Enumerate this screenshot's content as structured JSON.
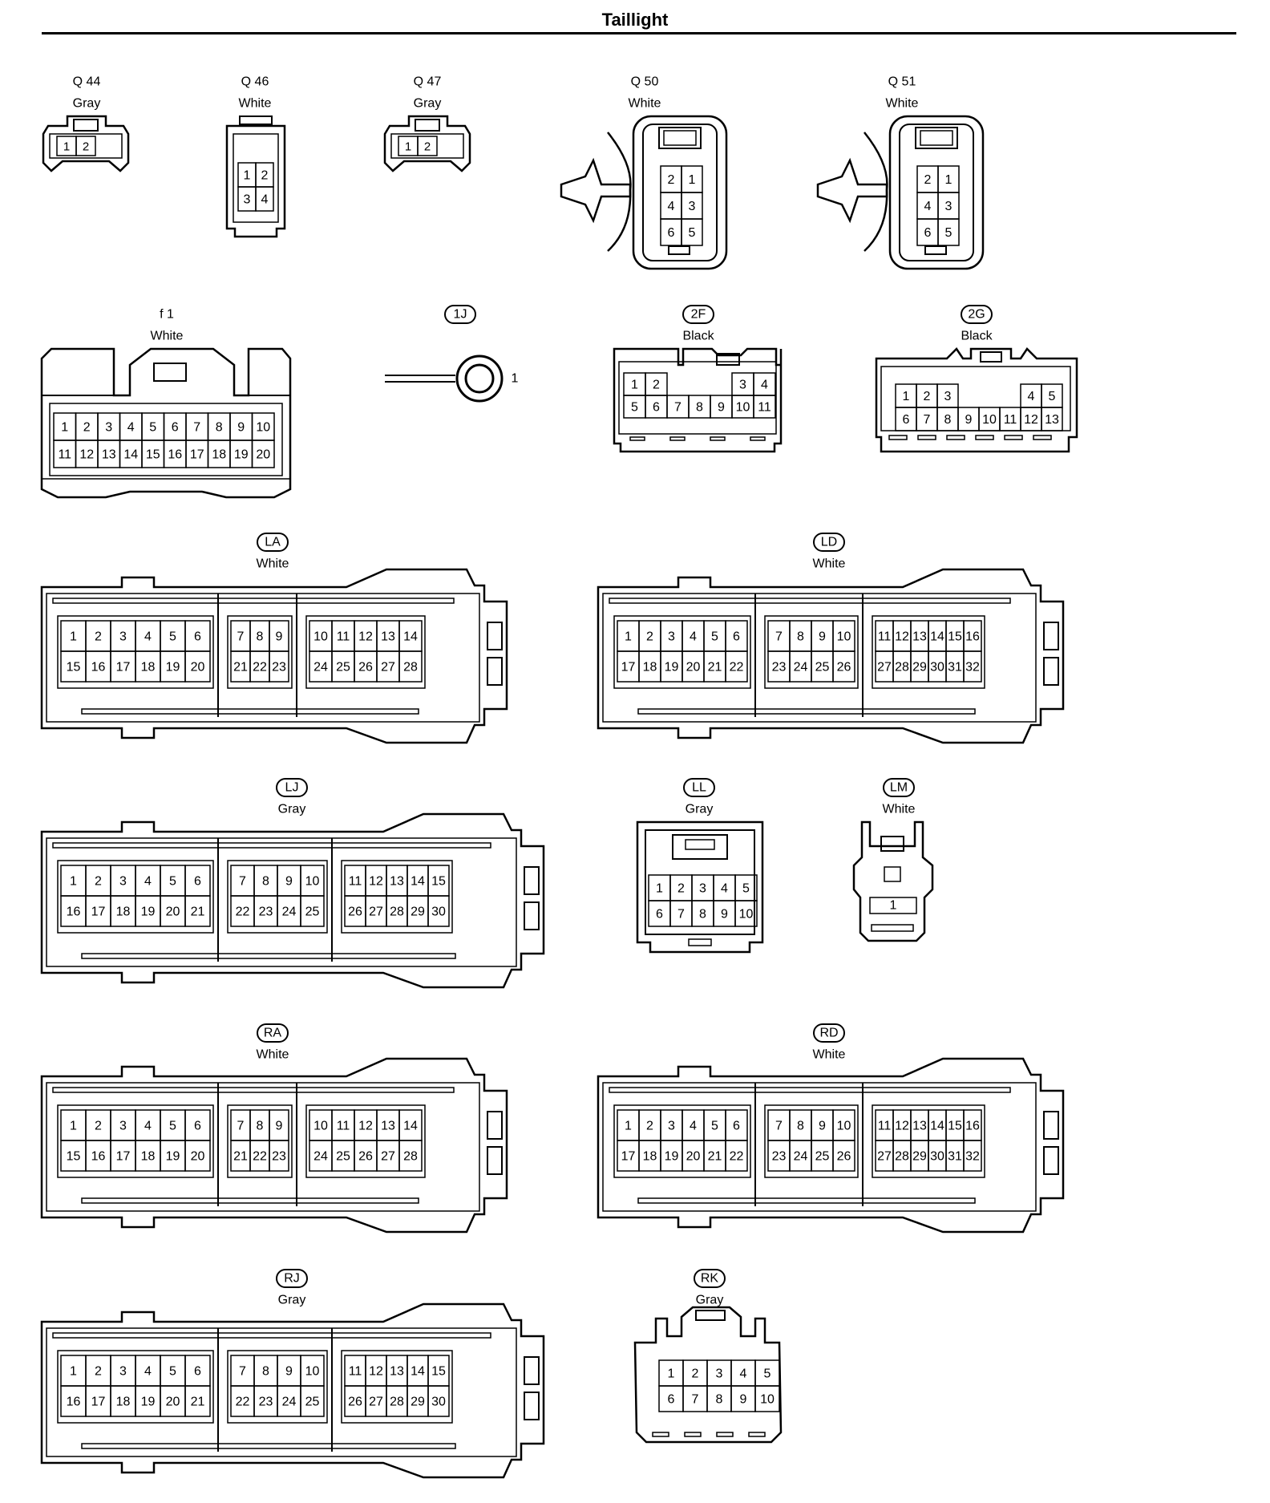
{
  "title": "Taillight",
  "connectors": [
    {
      "id": "q44",
      "code": "Q 44",
      "boxed": false,
      "color": "Gray",
      "type": "small2",
      "rows": [
        [
          "1",
          "2"
        ]
      ]
    },
    {
      "id": "q46",
      "code": "Q 46",
      "boxed": false,
      "color": "White",
      "type": "small4",
      "rows": [
        [
          "1",
          "2"
        ],
        [
          "3",
          "4"
        ]
      ]
    },
    {
      "id": "q47",
      "code": "Q 47",
      "boxed": false,
      "color": "Gray",
      "type": "small2",
      "rows": [
        [
          "1",
          "2"
        ]
      ]
    },
    {
      "id": "q50",
      "code": "Q 50",
      "boxed": false,
      "color": "White",
      "type": "clip6",
      "rows": [
        [
          "2",
          "1"
        ],
        [
          "4",
          "3"
        ],
        [
          "6",
          "5"
        ]
      ]
    },
    {
      "id": "q51",
      "code": "Q 51",
      "boxed": false,
      "color": "White",
      "type": "clip6",
      "rows": [
        [
          "2",
          "1"
        ],
        [
          "4",
          "3"
        ],
        [
          "6",
          "5"
        ]
      ]
    },
    {
      "id": "f1",
      "code": "f 1",
      "boxed": false,
      "color": "White",
      "type": "grid20",
      "rows": [
        [
          "1",
          "2",
          "3",
          "4",
          "5",
          "6",
          "7",
          "8",
          "9",
          "10"
        ],
        [
          "11",
          "12",
          "13",
          "14",
          "15",
          "16",
          "17",
          "18",
          "19",
          "20"
        ]
      ]
    },
    {
      "id": "1j",
      "code": "1J",
      "boxed": true,
      "color": "",
      "type": "ring",
      "pin": "1"
    },
    {
      "id": "2f",
      "code": "2F",
      "boxed": true,
      "color": "Black",
      "type": "grid11",
      "rows": [
        [
          "1",
          "2",
          "",
          "",
          "",
          "3",
          "4"
        ],
        [
          "5",
          "6",
          "7",
          "8",
          "9",
          "10",
          "11"
        ]
      ]
    },
    {
      "id": "2g",
      "code": "2G",
      "boxed": true,
      "color": "Black",
      "type": "grid13",
      "rows": [
        [
          "1",
          "2",
          "3",
          "",
          "",
          "",
          "4",
          "5"
        ],
        [
          "6",
          "7",
          "8",
          "9",
          "10",
          "11",
          "12",
          "13"
        ]
      ]
    },
    {
      "id": "la",
      "code": "LA",
      "boxed": true,
      "color": "White",
      "type": "big28",
      "sections": [
        [
          [
            "1",
            "2",
            "3",
            "4",
            "5",
            "6"
          ],
          [
            "15",
            "16",
            "17",
            "18",
            "19",
            "20"
          ]
        ],
        [
          [
            "7",
            "8",
            "9"
          ],
          [
            "21",
            "22",
            "23"
          ]
        ],
        [
          [
            "10",
            "11",
            "12",
            "13",
            "14"
          ],
          [
            "24",
            "25",
            "26",
            "27",
            "28"
          ]
        ]
      ]
    },
    {
      "id": "ld",
      "code": "LD",
      "boxed": true,
      "color": "White",
      "type": "big32",
      "sections": [
        [
          [
            "1",
            "2",
            "3",
            "4",
            "5",
            "6"
          ],
          [
            "17",
            "18",
            "19",
            "20",
            "21",
            "22"
          ]
        ],
        [
          [
            "7",
            "8",
            "9",
            "10"
          ],
          [
            "23",
            "24",
            "25",
            "26"
          ]
        ],
        [
          [
            "11",
            "12",
            "13",
            "14",
            "15",
            "16"
          ],
          [
            "27",
            "28",
            "29",
            "30",
            "31",
            "32"
          ]
        ]
      ]
    },
    {
      "id": "lj",
      "code": "LJ",
      "boxed": true,
      "color": "Gray",
      "type": "big30",
      "sections": [
        [
          [
            "1",
            "2",
            "3",
            "4",
            "5",
            "6"
          ],
          [
            "16",
            "17",
            "18",
            "19",
            "20",
            "21"
          ]
        ],
        [
          [
            "7",
            "8",
            "9",
            "10"
          ],
          [
            "22",
            "23",
            "24",
            "25"
          ]
        ],
        [
          [
            "11",
            "12",
            "13",
            "14",
            "15"
          ],
          [
            "26",
            "27",
            "28",
            "29",
            "30"
          ]
        ]
      ]
    },
    {
      "id": "ll",
      "code": "LL",
      "boxed": true,
      "color": "Gray",
      "type": "grid10a",
      "rows": [
        [
          "1",
          "2",
          "3",
          "4",
          "5"
        ],
        [
          "6",
          "7",
          "8",
          "9",
          "10"
        ]
      ]
    },
    {
      "id": "lm",
      "code": "LM",
      "boxed": true,
      "color": "White",
      "type": "single",
      "rows": [
        [
          "1"
        ]
      ]
    },
    {
      "id": "ra",
      "code": "RA",
      "boxed": true,
      "color": "White",
      "type": "big28",
      "sections": [
        [
          [
            "1",
            "2",
            "3",
            "4",
            "5",
            "6"
          ],
          [
            "15",
            "16",
            "17",
            "18",
            "19",
            "20"
          ]
        ],
        [
          [
            "7",
            "8",
            "9"
          ],
          [
            "21",
            "22",
            "23"
          ]
        ],
        [
          [
            "10",
            "11",
            "12",
            "13",
            "14"
          ],
          [
            "24",
            "25",
            "26",
            "27",
            "28"
          ]
        ]
      ]
    },
    {
      "id": "rd",
      "code": "RD",
      "boxed": true,
      "color": "White",
      "type": "big32",
      "sections": [
        [
          [
            "1",
            "2",
            "3",
            "4",
            "5",
            "6"
          ],
          [
            "17",
            "18",
            "19",
            "20",
            "21",
            "22"
          ]
        ],
        [
          [
            "7",
            "8",
            "9",
            "10"
          ],
          [
            "23",
            "24",
            "25",
            "26"
          ]
        ],
        [
          [
            "11",
            "12",
            "13",
            "14",
            "15",
            "16"
          ],
          [
            "27",
            "28",
            "29",
            "30",
            "31",
            "32"
          ]
        ]
      ]
    },
    {
      "id": "rj",
      "code": "RJ",
      "boxed": true,
      "color": "Gray",
      "type": "big30",
      "sections": [
        [
          [
            "1",
            "2",
            "3",
            "4",
            "5",
            "6"
          ],
          [
            "16",
            "17",
            "18",
            "19",
            "20",
            "21"
          ]
        ],
        [
          [
            "7",
            "8",
            "9",
            "10"
          ],
          [
            "22",
            "23",
            "24",
            "25"
          ]
        ],
        [
          [
            "11",
            "12",
            "13",
            "14",
            "15"
          ],
          [
            "26",
            "27",
            "28",
            "29",
            "30"
          ]
        ]
      ]
    },
    {
      "id": "rk",
      "code": "RK",
      "boxed": true,
      "color": "Gray",
      "type": "grid10b",
      "rows": [
        [
          "1",
          "2",
          "3",
          "4",
          "5"
        ],
        [
          "6",
          "7",
          "8",
          "9",
          "10"
        ]
      ]
    }
  ]
}
